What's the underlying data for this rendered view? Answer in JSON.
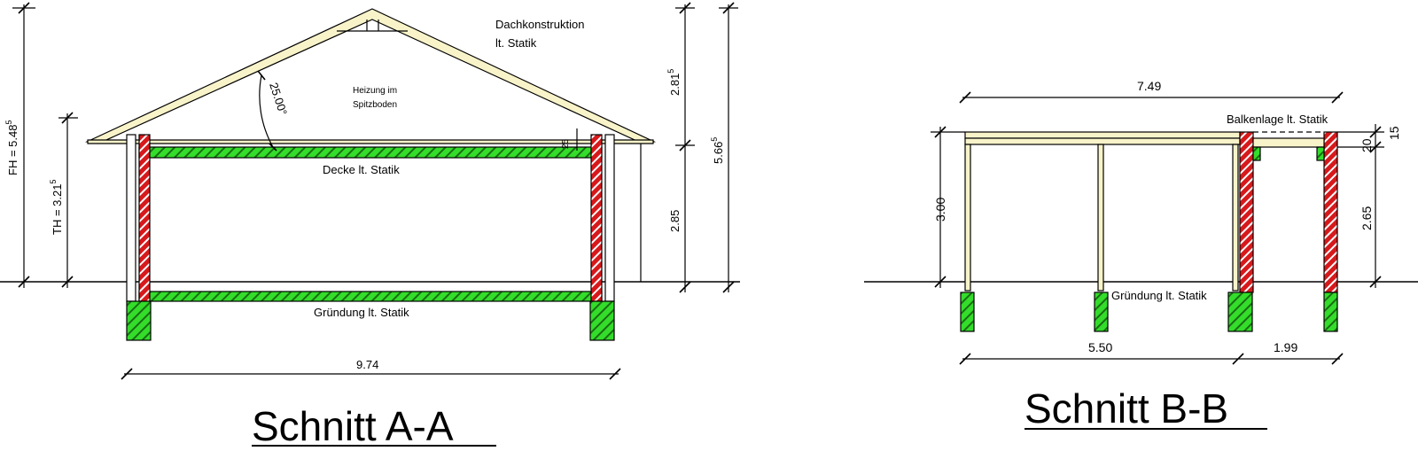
{
  "section_a": {
    "title": "Schnitt A-A",
    "roof_label_1": "Dachkonstruktion",
    "roof_label_2": "lt. Statik",
    "attic_label_1": "Heizung im",
    "attic_label_2": "Spitzboden",
    "ceiling_label": "Decke lt. Statik",
    "foundation_label": "Gründung lt. Statik",
    "roof_angle": "25.00°",
    "ceiling_offset": "25",
    "total_width": "9.74",
    "ridge_height_label": "FH = 5.48",
    "ridge_height_sup": "5",
    "eaves_height_label": "TH = 3.21",
    "eaves_height_sup": "5",
    "roof_height": "2.81",
    "roof_height_sup": "5",
    "storey_height": "2.85",
    "total_height": "5.66",
    "total_height_sup": "5"
  },
  "section_b": {
    "title": "Schnitt B-B",
    "beam_label": "Balkenlage lt. Statik",
    "foundation_label": "Gründung lt. Statik",
    "overall_width": "7.49",
    "span_left": "5.50",
    "span_right": "1.99",
    "carport_height": "3.00",
    "room_height": "2.65",
    "beam_height": "20",
    "top_offset": "15"
  },
  "colors": {
    "brick_red": "#d7191c",
    "foundation_green": "#33dd2a",
    "timber": "#f8f3c9"
  }
}
